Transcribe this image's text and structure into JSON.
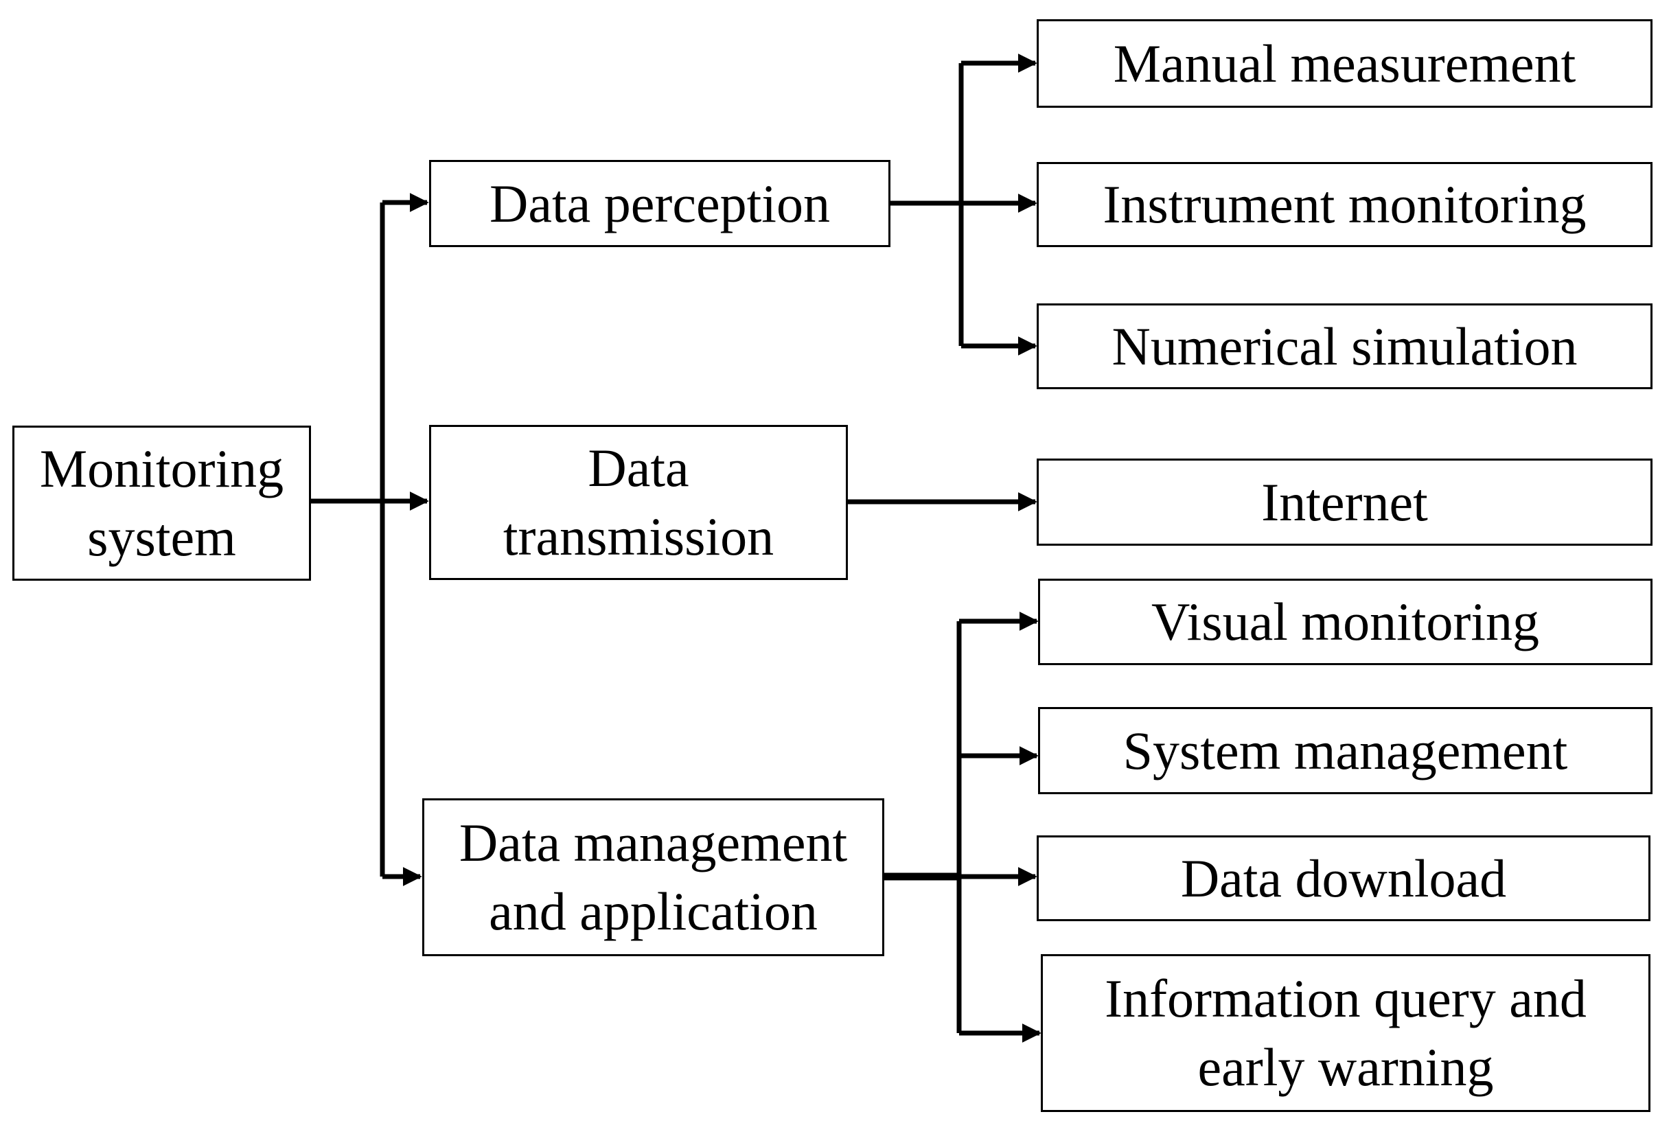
{
  "diagram": {
    "root": {
      "lines": [
        "Monitoring",
        "system"
      ]
    },
    "level1": {
      "perception": {
        "lines": [
          "Data perception"
        ]
      },
      "transmission": {
        "lines": [
          "Data",
          "transmission"
        ]
      },
      "management": {
        "lines": [
          "Data management",
          "and application"
        ]
      }
    },
    "level2": {
      "manual_measurement": {
        "lines": [
          "Manual measurement"
        ]
      },
      "instrument_monitoring": {
        "lines": [
          "Instrument monitoring"
        ]
      },
      "numerical_simulation": {
        "lines": [
          "Numerical simulation"
        ]
      },
      "internet": {
        "lines": [
          "Internet"
        ]
      },
      "visual_monitoring": {
        "lines": [
          "Visual monitoring"
        ]
      },
      "system_management": {
        "lines": [
          "System management"
        ]
      },
      "data_download": {
        "lines": [
          "Data download"
        ]
      },
      "information_query": {
        "lines": [
          "Information query and",
          "early warning"
        ]
      }
    },
    "colors": {
      "stroke": "#000000",
      "fill": "#ffffff"
    }
  }
}
